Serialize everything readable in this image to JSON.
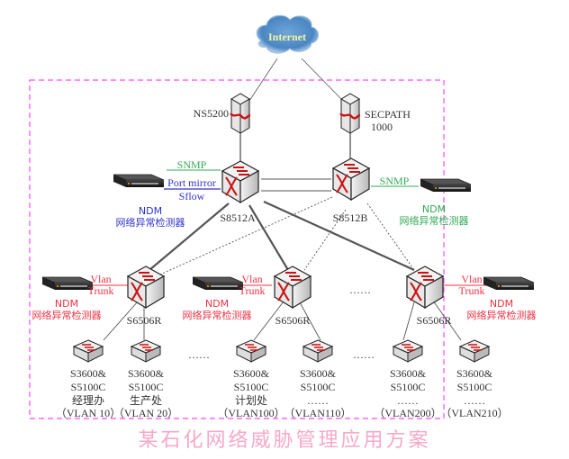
{
  "title": "某石化网络威胁管理应用方案",
  "colors": {
    "boundary": "#ff66ff",
    "blue": "#3333cc",
    "green": "#33aa55",
    "red": "#ee3344",
    "title": "#f7a8c8",
    "link": "#555555"
  },
  "internet": {
    "label": "Internet",
    "icon": "cloud-icon"
  },
  "firewalls": [
    {
      "label": "NS5200",
      "icon": "firewall-icon"
    },
    {
      "label_line1": "SECPATH",
      "label_line2": "1000",
      "icon": "firewall-icon"
    }
  ],
  "core_switches": [
    {
      "label": "S8512A",
      "icon": "core-switch-icon"
    },
    {
      "label": "S8512B",
      "icon": "core-switch-icon"
    }
  ],
  "core_ndm_left": {
    "snmp": "SNMP",
    "port_mirror": "Port mirror",
    "sflow": "Sflow",
    "name": "NDM",
    "desc": "网络异常检测器"
  },
  "core_ndm_right": {
    "snmp": "SNMP",
    "name": "NDM",
    "desc": "网络异常检测器"
  },
  "distribution": [
    {
      "label": "S6506R",
      "link_line1": "Vlan",
      "link_line2": "Trunk",
      "ndm_name": "NDM",
      "ndm_desc": "网络异常检测器"
    },
    {
      "label": "S6506R",
      "link_line1": "Vlan",
      "link_line2": "Trunk",
      "ndm_name": "NDM",
      "ndm_desc": "网络异常检测器"
    },
    {
      "label": "S6506R",
      "link_line1": "Vlan",
      "link_line2": "Trunk",
      "ndm_name": "NDM",
      "ndm_desc": "网络异常检测器"
    }
  ],
  "ellipsis": "……",
  "access": [
    {
      "line1": "S3600&",
      "line2": "S5100C",
      "dept": "经理办",
      "vlan": "（VLAN 10）"
    },
    {
      "line1": "S3600&",
      "line2": "S5100C",
      "dept": "生产处",
      "vlan": "（VLAN 20）"
    },
    {
      "line1": "S3600&",
      "line2": "S5100C",
      "dept": "计划处",
      "vlan": "（VLAN100）"
    },
    {
      "line1": "S3600&",
      "line2": "S5100C",
      "dept": "……",
      "vlan": "（VLAN110）"
    },
    {
      "line1": "S3600&",
      "line2": "S5100C",
      "dept": "……",
      "vlan": "（VLAN200）"
    },
    {
      "line1": "S3600&",
      "line2": "S5100C",
      "dept": "……",
      "vlan": "（VLAN210）"
    }
  ]
}
